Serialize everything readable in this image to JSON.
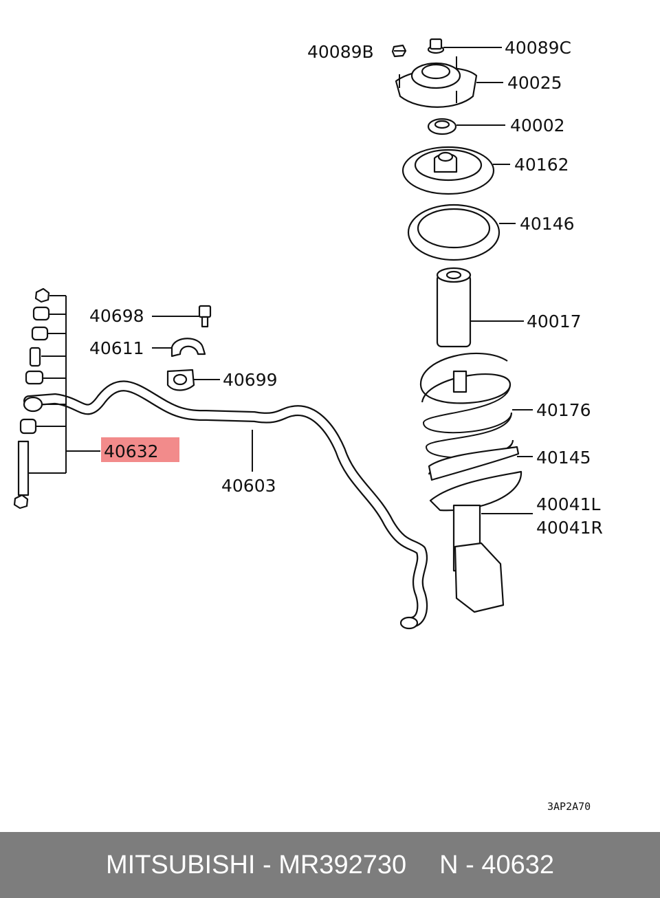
{
  "diagram": {
    "labels": {
      "p40089B": "40089B",
      "p40089C": "40089C",
      "p40025": "40025",
      "p40002": "40002",
      "p40162": "40162",
      "p40146": "40146",
      "p40017": "40017",
      "p40176": "40176",
      "p40145": "40145",
      "p40041L": "40041L",
      "p40041R": "40041R",
      "p40698": "40698",
      "p40611": "40611",
      "p40699": "40699",
      "p40632": "40632",
      "p40603": "40603"
    },
    "highlighted_part": "40632",
    "highlight_color": "#f28b8b",
    "drawing_code": "3AP2A70"
  },
  "footer": {
    "brand_part": "MITSUBISHI - MR392730",
    "ref": "N - 40632",
    "background": "#7d7d7d"
  }
}
